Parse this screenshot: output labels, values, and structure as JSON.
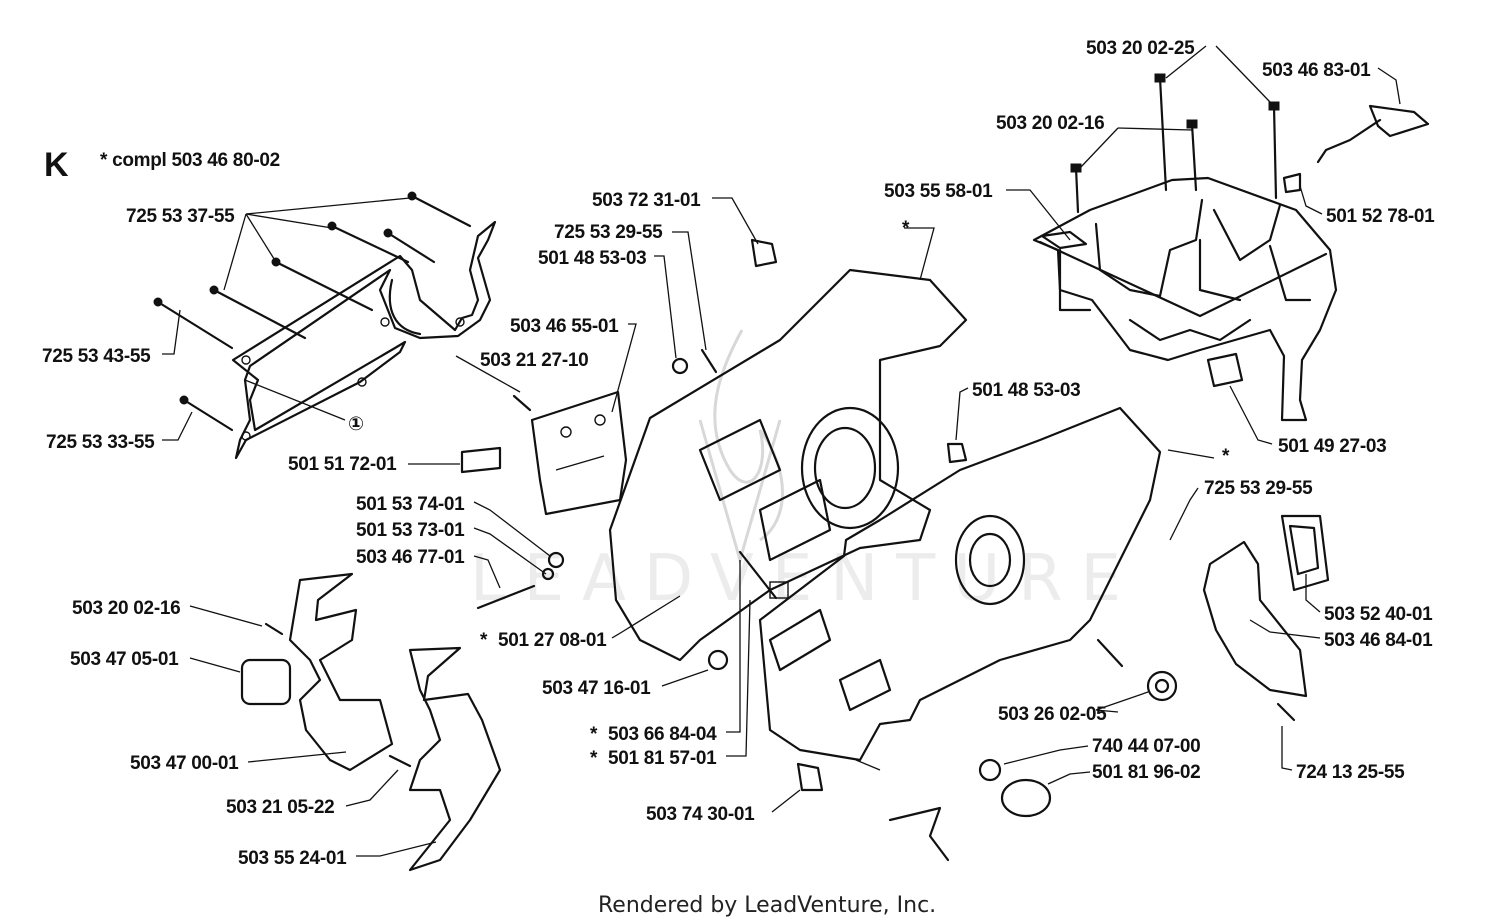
{
  "section_letter": "K",
  "kit_note": "*  compl 503 46 80-02",
  "footer": "Rendered by LeadVenture, Inc.",
  "watermark": "LEADVENTURE",
  "callouts": {
    "c01": "503 20 02-25",
    "c02": "503 46 83-01",
    "c03": "503 20 02-16",
    "c04": "503 55 58-01",
    "c05": "501 52 78-01",
    "c06": "725 53 37-55",
    "c07": "503 72 31-01",
    "c08": "725 53 29-55",
    "c09": "501 48 53-03",
    "c10": "503 46 55-01",
    "c11": "503 21 27-10",
    "c12": "725 53 43-55",
    "c13": "725 53 33-55",
    "c14": "501 51 72-01",
    "c15": "501 53 74-01",
    "c16": "501 53 73-01",
    "c17": "503 46 77-01",
    "c18": "501 27 08-01",
    "c19": "503 20 02-16",
    "c20": "503 47 05-01",
    "c21": "503 47 00-01",
    "c22": "503 21 05-22",
    "c23": "503 55 24-01",
    "c24": "503 47 16-01",
    "c25": "503 66 84-04",
    "c26": "501 81 57-01",
    "c27": "503 74 30-01",
    "c28": "501 48 53-03",
    "c29": "501 49 27-03",
    "c30": "725 53 29-55",
    "c31": "503 52 40-01",
    "c32": "503 46 84-01",
    "c33": "503 26 02-05",
    "c34": "740 44 07-00",
    "c35": "501 81 96-02",
    "c36": "724 13 25-55"
  },
  "markers": {
    "star": "*",
    "circled_one": "①"
  }
}
